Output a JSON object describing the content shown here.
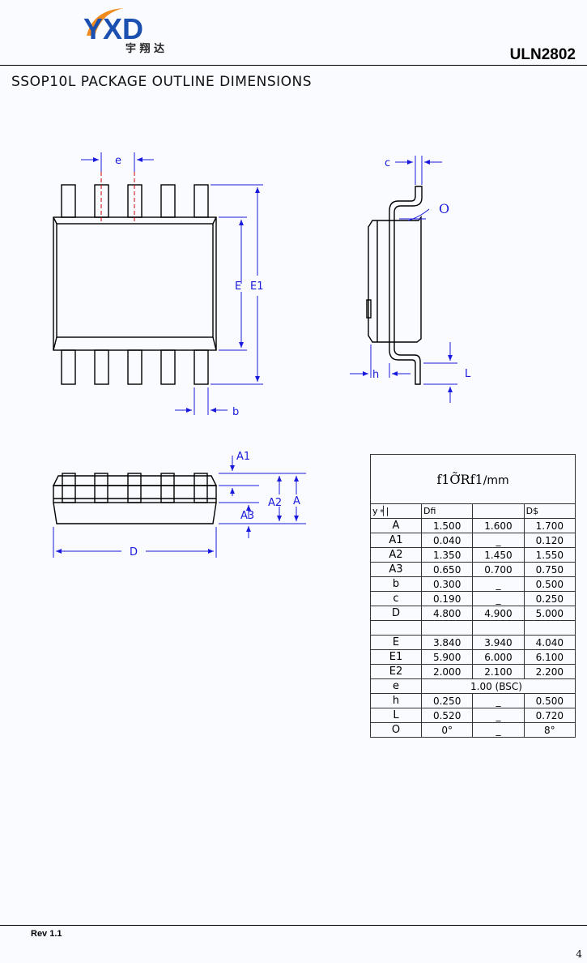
{
  "header": {
    "logo_text": "YXD",
    "logo_subtitle": "宇 翔 达",
    "part_number": "ULN2802"
  },
  "page_title": "SSOP10L PACKAGE OUTLINE DIMENSIONS",
  "drawing_labels": {
    "e": "e",
    "E": "E",
    "E1": "E1",
    "b": "b",
    "c": "c",
    "theta": "O",
    "h": "h",
    "L": "L",
    "A1": "A1",
    "A2": "A2",
    "A3": "A3",
    "A": "A",
    "D": "D"
  },
  "colors": {
    "dimension": "#1a1adc",
    "centerline": "#cc0000"
  },
  "table": {
    "caption": "f1ỠRf1",
    "caption_unit": "/mm",
    "headers": [
      "y ╡|",
      "Dfi",
      "",
      "D$"
    ],
    "rows": [
      {
        "sym": "A",
        "min": "1.500",
        "nom": "1.600",
        "max": "1.700"
      },
      {
        "sym": "A1",
        "min": "0.040",
        "nom": "_",
        "max": "0.120"
      },
      {
        "sym": "A2",
        "min": "1.350",
        "nom": "1.450",
        "max": "1.550"
      },
      {
        "sym": "A3",
        "min": "0.650",
        "nom": "0.700",
        "max": "0.750"
      },
      {
        "sym": "b",
        "min": "0.300",
        "nom": "_",
        "max": "0.500"
      },
      {
        "sym": "c",
        "min": "0.190",
        "nom": "_",
        "max": "0.250"
      },
      {
        "sym": "D",
        "min": "4.800",
        "nom": "4.900",
        "max": "5.000"
      },
      {
        "sym": "",
        "min": "",
        "nom": "",
        "max": ""
      },
      {
        "sym": "E",
        "min": "3.840",
        "nom": "3.940",
        "max": "4.040"
      },
      {
        "sym": "E1",
        "min": "5.900",
        "nom": "6.000",
        "max": "6.100"
      },
      {
        "sym": "E2",
        "min": "2.000",
        "nom": "2.100",
        "max": "2.200"
      }
    ],
    "e_row": {
      "sym": "e",
      "value": "1.00 (BSC)"
    },
    "rows2": [
      {
        "sym": "h",
        "min": "0.250",
        "nom": "_",
        "max": "0.500"
      },
      {
        "sym": "L",
        "min": "0.520",
        "nom": "_",
        "max": "0.720"
      },
      {
        "sym": "O",
        "min": "0°",
        "nom": "_",
        "max": "8°"
      }
    ]
  },
  "footer": {
    "revision": "Rev 1.1",
    "page_number": "4"
  }
}
